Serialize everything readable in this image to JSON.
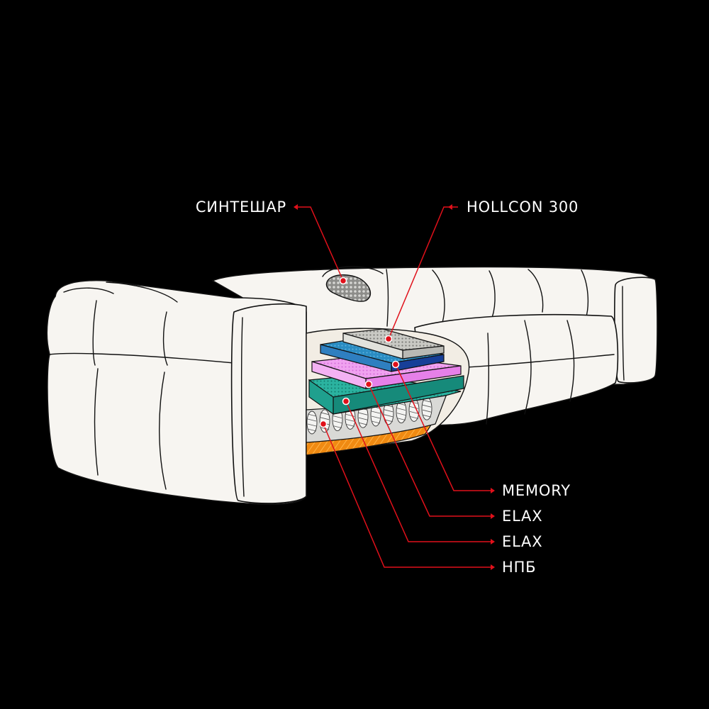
{
  "labels": {
    "sintesar": "СИНТЕШАР",
    "hollcon": "HOLLCON 300",
    "memory": "MEMORY",
    "elax_1": "ELAX",
    "elax_2": "ELAX",
    "npb": "НПБ"
  },
  "colors": {
    "background": "#000000",
    "upholstery": "#f7f5f1",
    "leader": "#e0101a",
    "hollcon_layer": "#dcdcd6",
    "memory_layer": "#1e50a8",
    "elax_top_layer": "#e680e8",
    "elax_bottom_layer": "#1ea593",
    "npb_springs": "#e8e8e8",
    "base_layer": "#f08a12",
    "sintesar_fill": "#9a9a9a"
  }
}
